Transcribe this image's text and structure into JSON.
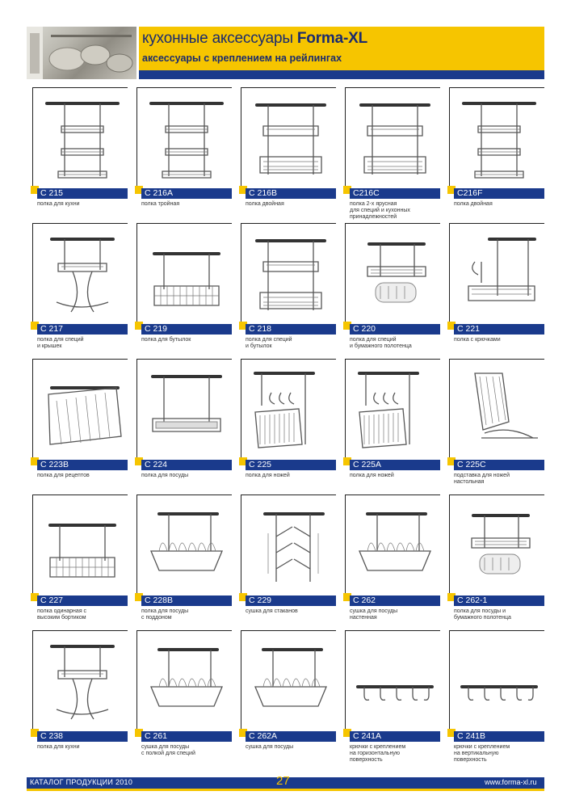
{
  "header": {
    "title_prefix": "кухонные аксессуары",
    "title_brand": "Forma-XL",
    "subtitle": "аксессуары с креплением на рейлингах"
  },
  "products": [
    {
      "code": "C 215",
      "desc": [
        "полка для кухни"
      ],
      "icon": "shelf-3tier-icon"
    },
    {
      "code": "C 216A",
      "desc": [
        "полка тройная"
      ],
      "icon": "shelf-3tier-icon"
    },
    {
      "code": "C 216B",
      "desc": [
        "полка двойная"
      ],
      "icon": "shelf-2tier-icon"
    },
    {
      "code": "C216C",
      "desc": [
        "полка 2-х ярусная",
        "для специй и кухонных",
        "принадлежностей"
      ],
      "icon": "shelf-2tier-icon"
    },
    {
      "code": "C216F",
      "desc": [
        "полка двойная"
      ],
      "icon": "shelf-3tier-icon"
    },
    {
      "code": "C 217",
      "desc": [
        "полка для специй",
        "и крышек"
      ],
      "icon": "shelf-lid-icon"
    },
    {
      "code": "C 219",
      "desc": [
        "полка для бутылок"
      ],
      "icon": "basket-icon"
    },
    {
      "code": "C 218",
      "desc": [
        "полка для специй",
        "и бутылок"
      ],
      "icon": "shelf-2tier-icon"
    },
    {
      "code": "C 220",
      "desc": [
        "полка для специй",
        "и бумажного полотенца"
      ],
      "icon": "shelf-towel-icon"
    },
    {
      "code": "C 221",
      "desc": [
        "полка с крючками"
      ],
      "icon": "shelf-hooks-icon"
    },
    {
      "code": "C 223B",
      "desc": [
        "полка для рецептов"
      ],
      "icon": "recipe-stand-icon"
    },
    {
      "code": "C 224",
      "desc": [
        "полка для посуды"
      ],
      "icon": "tray-icon"
    },
    {
      "code": "C 225",
      "desc": [
        "полка для ножей"
      ],
      "icon": "knife-rack-icon"
    },
    {
      "code": "C 225A",
      "desc": [
        "полка для ножей"
      ],
      "icon": "knife-rack-icon"
    },
    {
      "code": "C 225C",
      "desc": [
        "подставка для ножей",
        "настольная"
      ],
      "icon": "knife-stand-icon"
    },
    {
      "code": "C 227",
      "desc": [
        "полка одинарная с",
        "высоким бортиком"
      ],
      "icon": "basket-icon"
    },
    {
      "code": "C 228B",
      "desc": [
        "полка для посуды",
        "с поддоном"
      ],
      "icon": "dish-rack-icon"
    },
    {
      "code": "C 229",
      "desc": [
        "сушка для стаканов"
      ],
      "icon": "glass-dryer-icon"
    },
    {
      "code": "C 262",
      "desc": [
        "сушка для посуды",
        "настенная"
      ],
      "icon": "dish-rack-icon"
    },
    {
      "code": "C 262-1",
      "desc": [
        "полка для посуды и",
        "бумажного полотенца"
      ],
      "icon": "shelf-towel-icon"
    },
    {
      "code": "C 238",
      "desc": [
        "полка для кухни"
      ],
      "icon": "shelf-lid-icon"
    },
    {
      "code": "C 261",
      "desc": [
        "сушка для посуды",
        "с полкой для специй"
      ],
      "icon": "dish-rack-icon"
    },
    {
      "code": "C 262A",
      "desc": [
        "сушка для посуды"
      ],
      "icon": "dish-rack-icon"
    },
    {
      "code": "C 241A",
      "desc": [
        "крючки с креплением",
        "на горизонтальную",
        "поверхность"
      ],
      "icon": "hooks-icon"
    },
    {
      "code": "C 241B",
      "desc": [
        "крючки с креплением",
        "на вертикальную",
        "поверхность"
      ],
      "icon": "hooks-icon"
    }
  ],
  "footer": {
    "catalog": "КАТАЛОГ ПРОДУКЦИИ 2010",
    "page": "27",
    "url": "www.forma-xl.ru"
  },
  "colors": {
    "accent": "#f6c500",
    "brand": "#1a3a8c"
  }
}
